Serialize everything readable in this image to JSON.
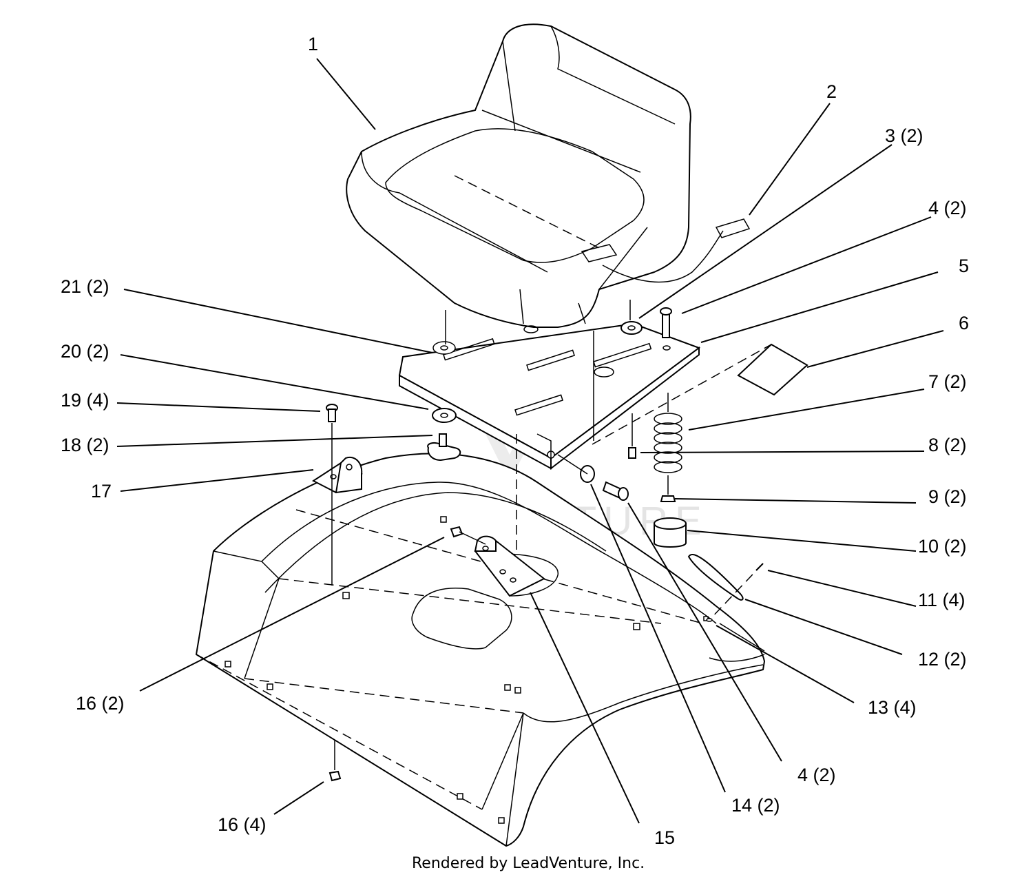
{
  "callouts": {
    "c1": "1",
    "c2": "2",
    "c3": "3 (2)",
    "c4a": "4 (2)",
    "c5": "5",
    "c6": "6",
    "c7": "7 (2)",
    "c8": "8 (2)",
    "c9": "9 (2)",
    "c10": "10 (2)",
    "c11": "11 (4)",
    "c12": "12 (2)",
    "c13": "13 (4)",
    "c4b": "4 (2)",
    "c14": "14 (2)",
    "c15": "15",
    "c16a": "16 (4)",
    "c16b": "16 (2)",
    "c17": "17",
    "c18": "18 (2)",
    "c19": "19 (4)",
    "c20": "20 (2)",
    "c21": "21 (2)"
  },
  "watermark": {
    "text": "LEADVENTURE"
  },
  "footer": {
    "text": "Rendered by LeadVenture, Inc."
  }
}
